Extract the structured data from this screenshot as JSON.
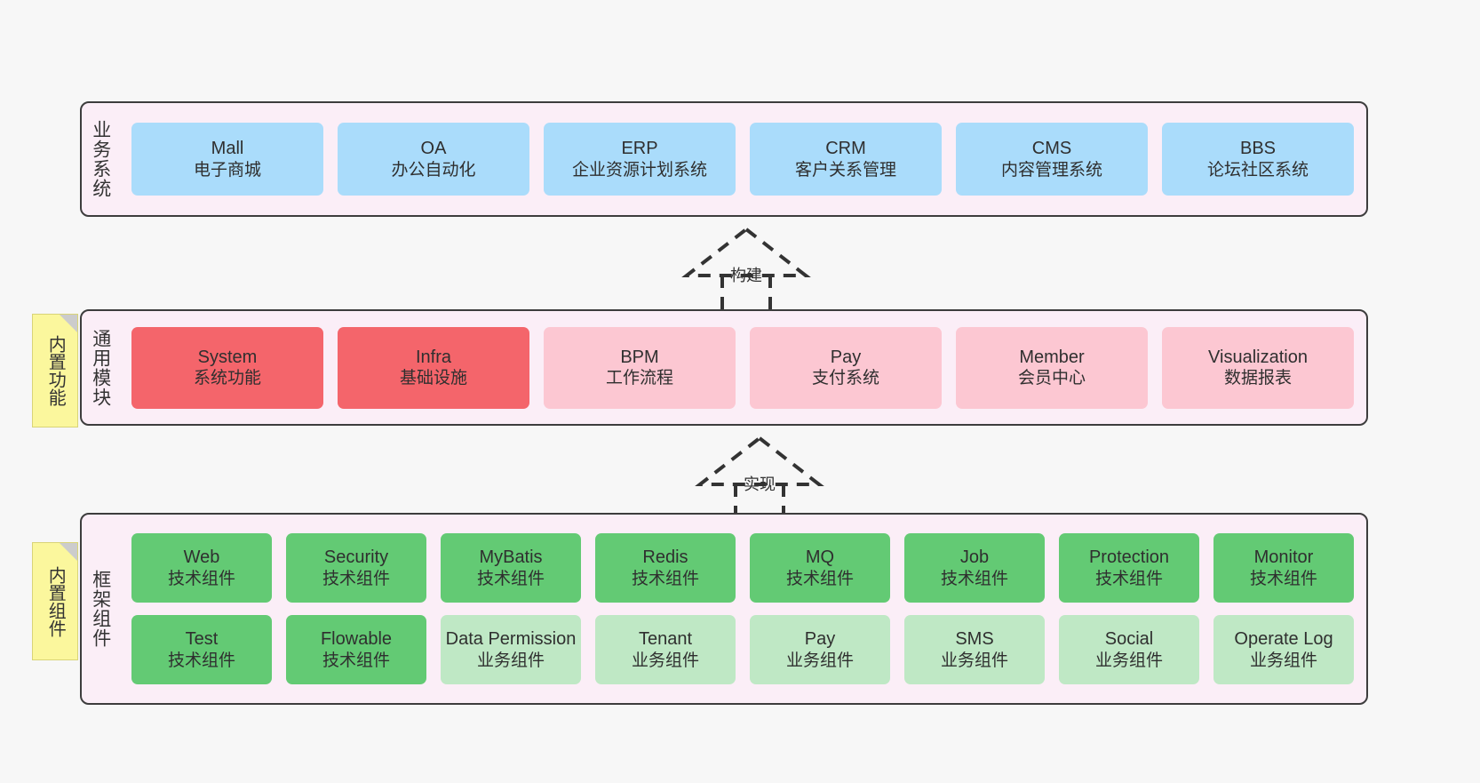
{
  "layers": [
    {
      "id": "business-system",
      "title": "业务系统",
      "cards": [
        {
          "en": "Mall",
          "cn": "电子商城"
        },
        {
          "en": "OA",
          "cn": "办公自动化"
        },
        {
          "en": "ERP",
          "cn": "企业资源计划系统"
        },
        {
          "en": "CRM",
          "cn": "客户关系管理"
        },
        {
          "en": "CMS",
          "cn": "内容管理系统"
        },
        {
          "en": "BBS",
          "cn": "论坛社区系统"
        }
      ]
    },
    {
      "id": "common-modules",
      "title": "通用模块",
      "cards": [
        {
          "en": "System",
          "cn": "系统功能",
          "style": "red"
        },
        {
          "en": "Infra",
          "cn": "基础设施",
          "style": "red"
        },
        {
          "en": "BPM",
          "cn": "工作流程",
          "style": "pink"
        },
        {
          "en": "Pay",
          "cn": "支付系统",
          "style": "pink"
        },
        {
          "en": "Member",
          "cn": "会员中心",
          "style": "pink"
        },
        {
          "en": "Visualization",
          "cn": "数据报表",
          "style": "pink"
        }
      ]
    },
    {
      "id": "framework-components",
      "title": "框架组件",
      "row_top": [
        {
          "en": "Web",
          "cn": "技术组件"
        },
        {
          "en": "Security",
          "cn": "技术组件"
        },
        {
          "en": "MyBatis",
          "cn": "技术组件"
        },
        {
          "en": "Redis",
          "cn": "技术组件"
        },
        {
          "en": "MQ",
          "cn": "技术组件"
        },
        {
          "en": "Job",
          "cn": "技术组件"
        },
        {
          "en": "Protection",
          "cn": "技术组件"
        },
        {
          "en": "Monitor",
          "cn": "技术组件"
        }
      ],
      "row_bottom": [
        {
          "en": "Test",
          "cn": "技术组件",
          "style": "green"
        },
        {
          "en": "Flowable",
          "cn": "技术组件",
          "style": "green"
        },
        {
          "en": "Data Permission",
          "cn": "业务组件",
          "style": "lightgreen"
        },
        {
          "en": "Tenant",
          "cn": "业务组件",
          "style": "lightgreen"
        },
        {
          "en": "Pay",
          "cn": "业务组件",
          "style": "lightgreen"
        },
        {
          "en": "SMS",
          "cn": "业务组件",
          "style": "lightgreen"
        },
        {
          "en": "Social",
          "cn": "业务组件",
          "style": "lightgreen"
        },
        {
          "en": "Operate Log",
          "cn": "业务组件",
          "style": "lightgreen"
        }
      ]
    }
  ],
  "notes": [
    {
      "id": "builtin-function",
      "text": "内置功能"
    },
    {
      "id": "builtin-component",
      "text": "内置组件"
    }
  ],
  "arrows": [
    {
      "id": "build",
      "label": "构建"
    },
    {
      "id": "implement",
      "label": "实现"
    }
  ],
  "colors": {
    "canvas": "#f7f7f7",
    "layer_bg": "#fbeef7",
    "layer_border": "#3d3d3d",
    "card_blue": "#aadcfb",
    "card_red": "#f4656b",
    "card_pink": "#fcc7d2",
    "card_green": "#63ca74",
    "card_lightgreen": "#bfe8c5",
    "note_bg": "#fbf79d",
    "note_fold": "#cccccc",
    "arrow": "#333333"
  }
}
